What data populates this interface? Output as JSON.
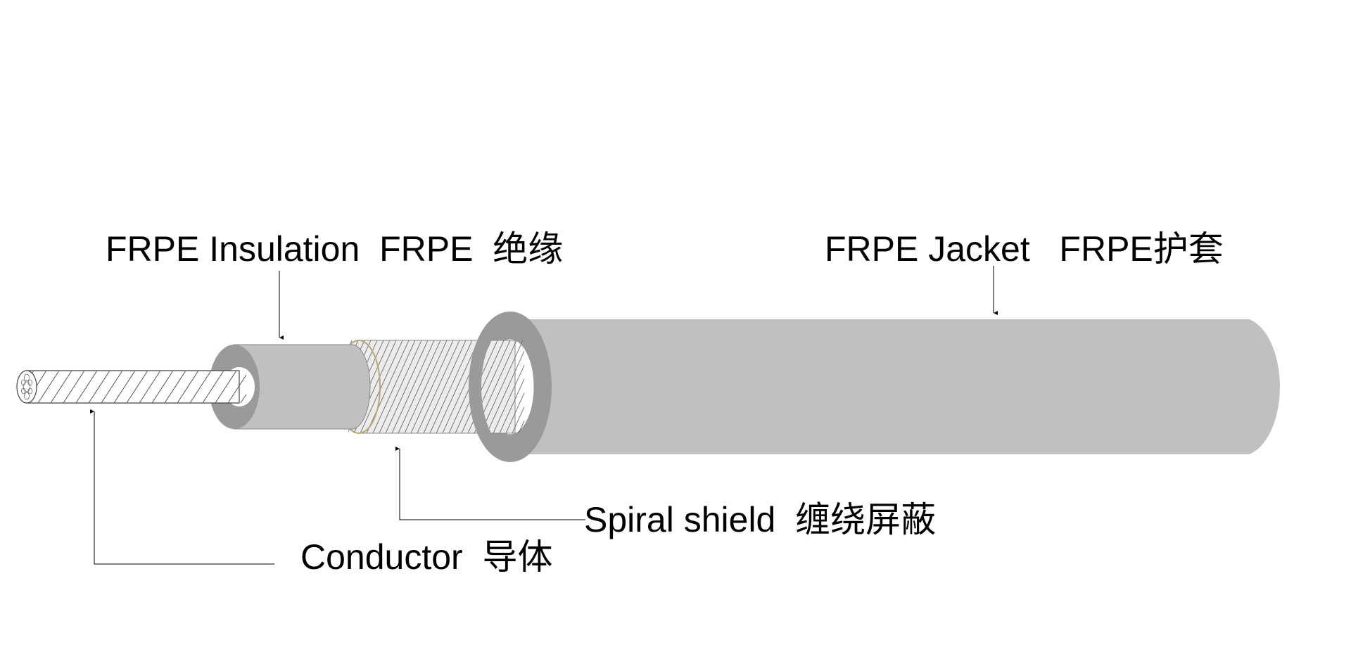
{
  "labels": {
    "insulation": "FRPE Insulation  FRPE  绝缘",
    "jacket": "FRPE Jacket   FRPE护套",
    "shield": "Spiral shield  缠绕屏蔽",
    "conductor": "Conductor  导体"
  },
  "colors": {
    "jacket_fill": "#c0c0c0",
    "jacket_end": "#9a9a9a",
    "insulation_fill": "#c0c0c0",
    "insulation_end": "#9a9a9a",
    "shield_fill": "#ececec",
    "conductor_fill": "#ffffff",
    "line": "#000000",
    "background": "#ffffff"
  }
}
